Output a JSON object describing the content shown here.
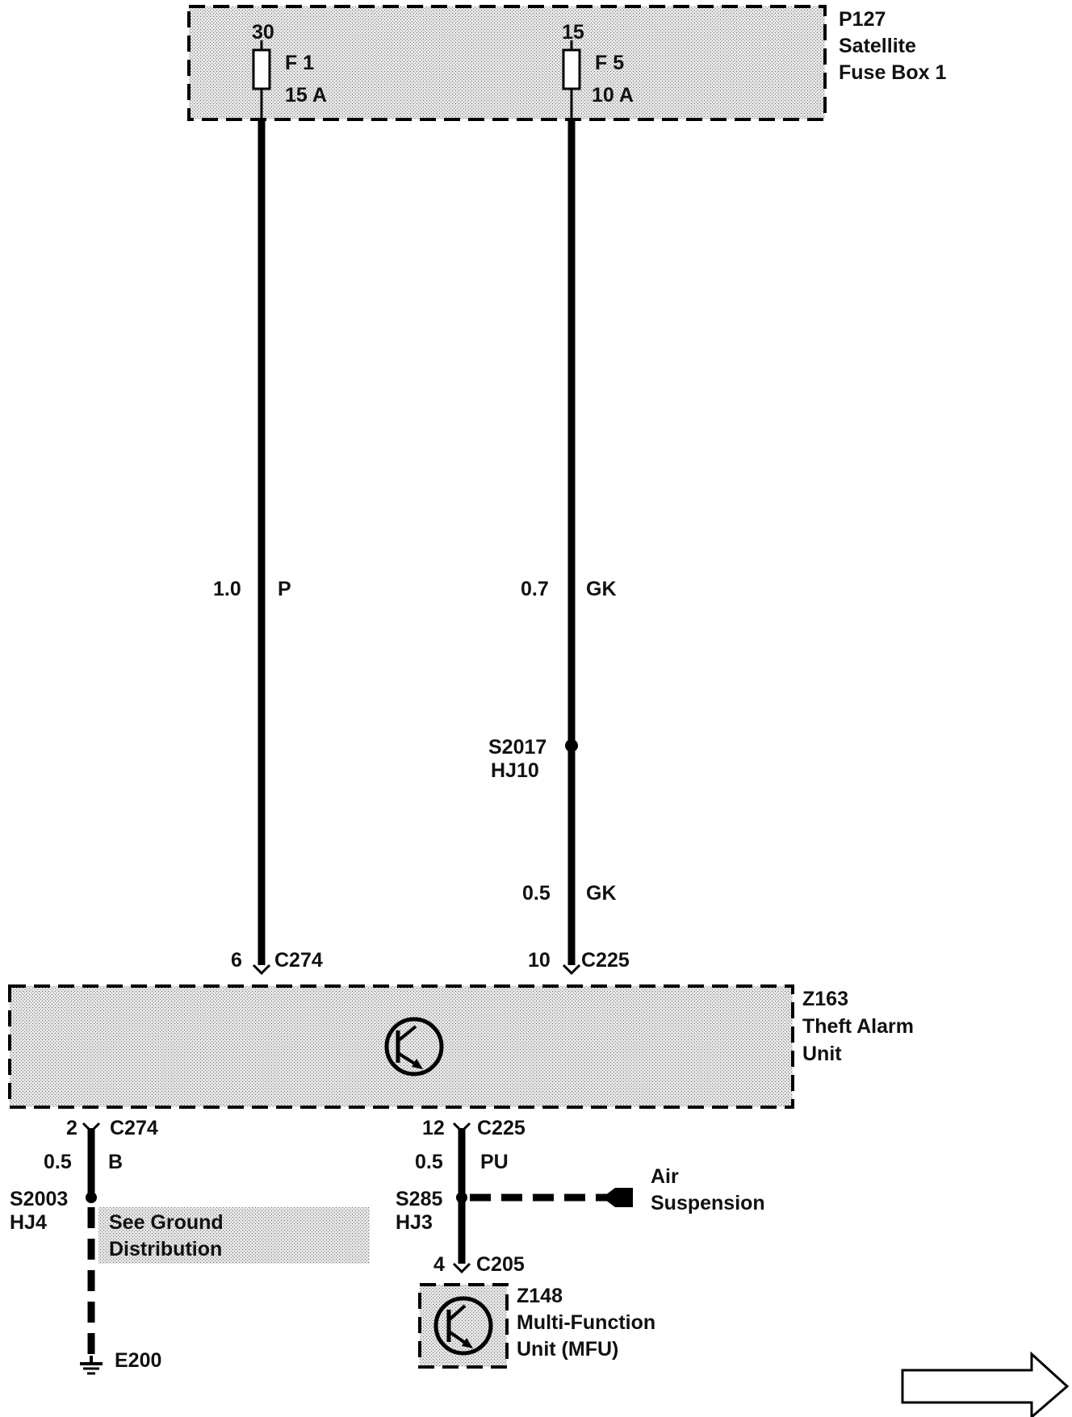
{
  "fuse_box": {
    "id": "P127",
    "name_line1": "Satellite",
    "name_line2": "Fuse Box 1",
    "fuse1": {
      "terminal": "30",
      "name": "F 1",
      "rating": "15 A"
    },
    "fuse2": {
      "terminal": "15",
      "name": "F 5",
      "rating": "10 A"
    }
  },
  "wires": {
    "left_upper": {
      "gauge": "1.0",
      "color": "P"
    },
    "right_upper": {
      "gauge": "0.7",
      "color": "GK"
    },
    "right_lower": {
      "gauge": "0.5",
      "color": "GK"
    },
    "bottom_left": {
      "gauge": "0.5",
      "color": "B"
    },
    "bottom_right": {
      "gauge": "0.5",
      "color": "PU"
    }
  },
  "splices": {
    "s2017": {
      "id": "S2017",
      "loc": "HJ10"
    },
    "s2003": {
      "id": "S2003",
      "loc": "HJ4"
    },
    "s285": {
      "id": "S285",
      "loc": "HJ3"
    }
  },
  "connectors": {
    "top_left": {
      "pin": "6",
      "id": "C274"
    },
    "top_right": {
      "pin": "10",
      "id": "C225"
    },
    "bottom_left": {
      "pin": "2",
      "id": "C274"
    },
    "bottom_right": {
      "pin": "12",
      "id": "C225"
    },
    "mfu": {
      "pin": "4",
      "id": "C205"
    }
  },
  "theft_alarm": {
    "id": "Z163",
    "name_line1": "Theft Alarm",
    "name_line2": "Unit"
  },
  "ground_ref": {
    "line1": "See Ground",
    "line2": "Distribution"
  },
  "ground": {
    "id": "E200"
  },
  "air_suspension": {
    "line1": "Air",
    "line2": "Suspension"
  },
  "mfu": {
    "id": "Z148",
    "name_line1": "Multi-Function",
    "name_line2": "Unit (MFU)"
  }
}
